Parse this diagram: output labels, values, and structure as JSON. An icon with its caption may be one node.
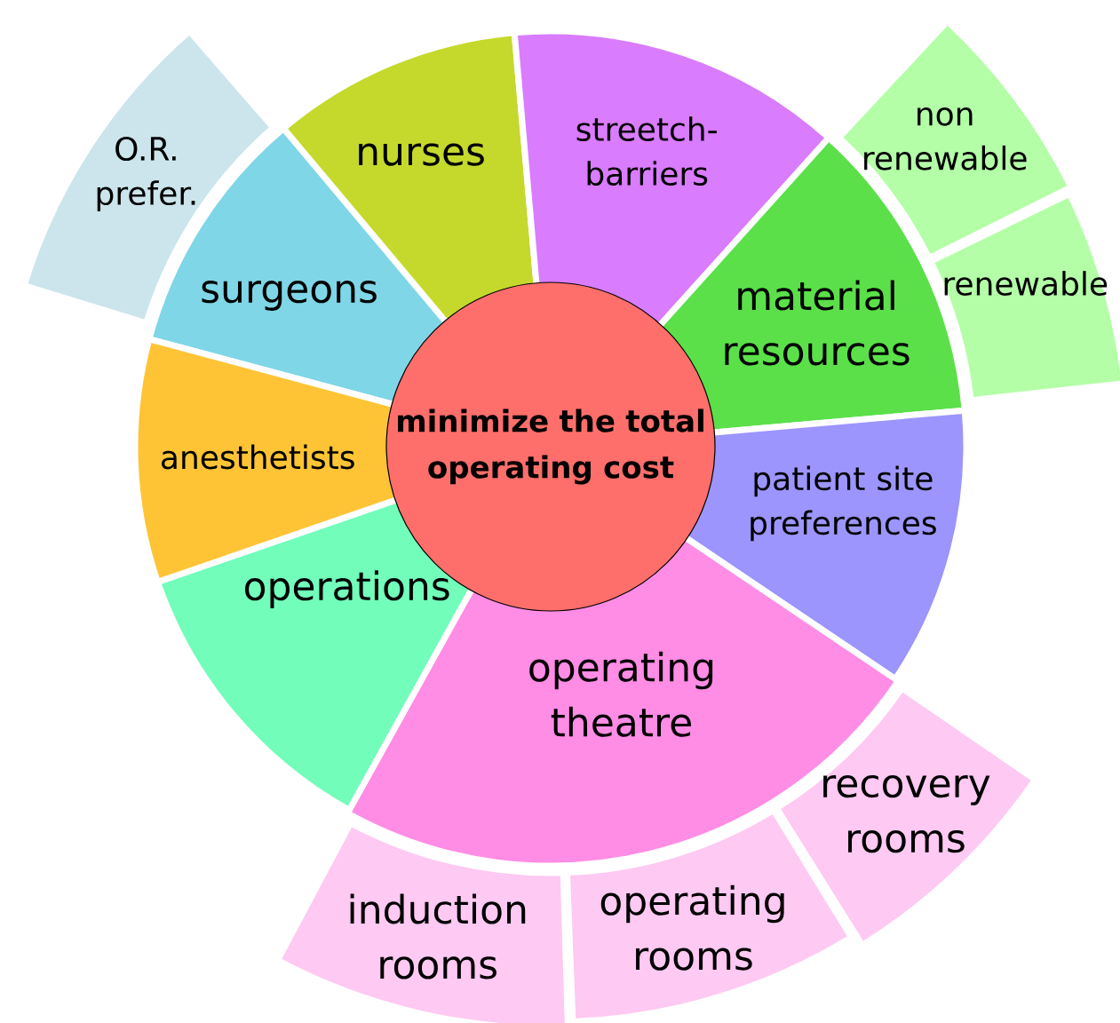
{
  "diagram": {
    "nodes": [
      {
        "text": [
          "minimize the total operating cost"
        ]
      },
      {
        "text": [
          "surgeons"
        ]
      },
      {
        "text": [
          "nurses"
        ]
      },
      {
        "text": [
          "streetch-barriers"
        ]
      },
      {
        "text": [
          "material resources"
        ]
      },
      {
        "text": [
          "patient site preferences"
        ]
      },
      {
        "text": [
          "operating theatre"
        ]
      },
      {
        "text": [
          "operations"
        ]
      },
      {
        "text": [
          "anesthetists"
        ]
      },
      {
        "text": [
          "O.R. prefer."
        ]
      },
      {
        "text": [
          "non renewable"
        ]
      },
      {
        "text": [
          "renewable"
        ]
      },
      {
        "text": [
          "recovery rooms"
        ]
      },
      {
        "text": [
          "operating rooms"
        ]
      },
      {
        "text": [
          "induction rooms"
        ]
      }
    ]
  }
}
